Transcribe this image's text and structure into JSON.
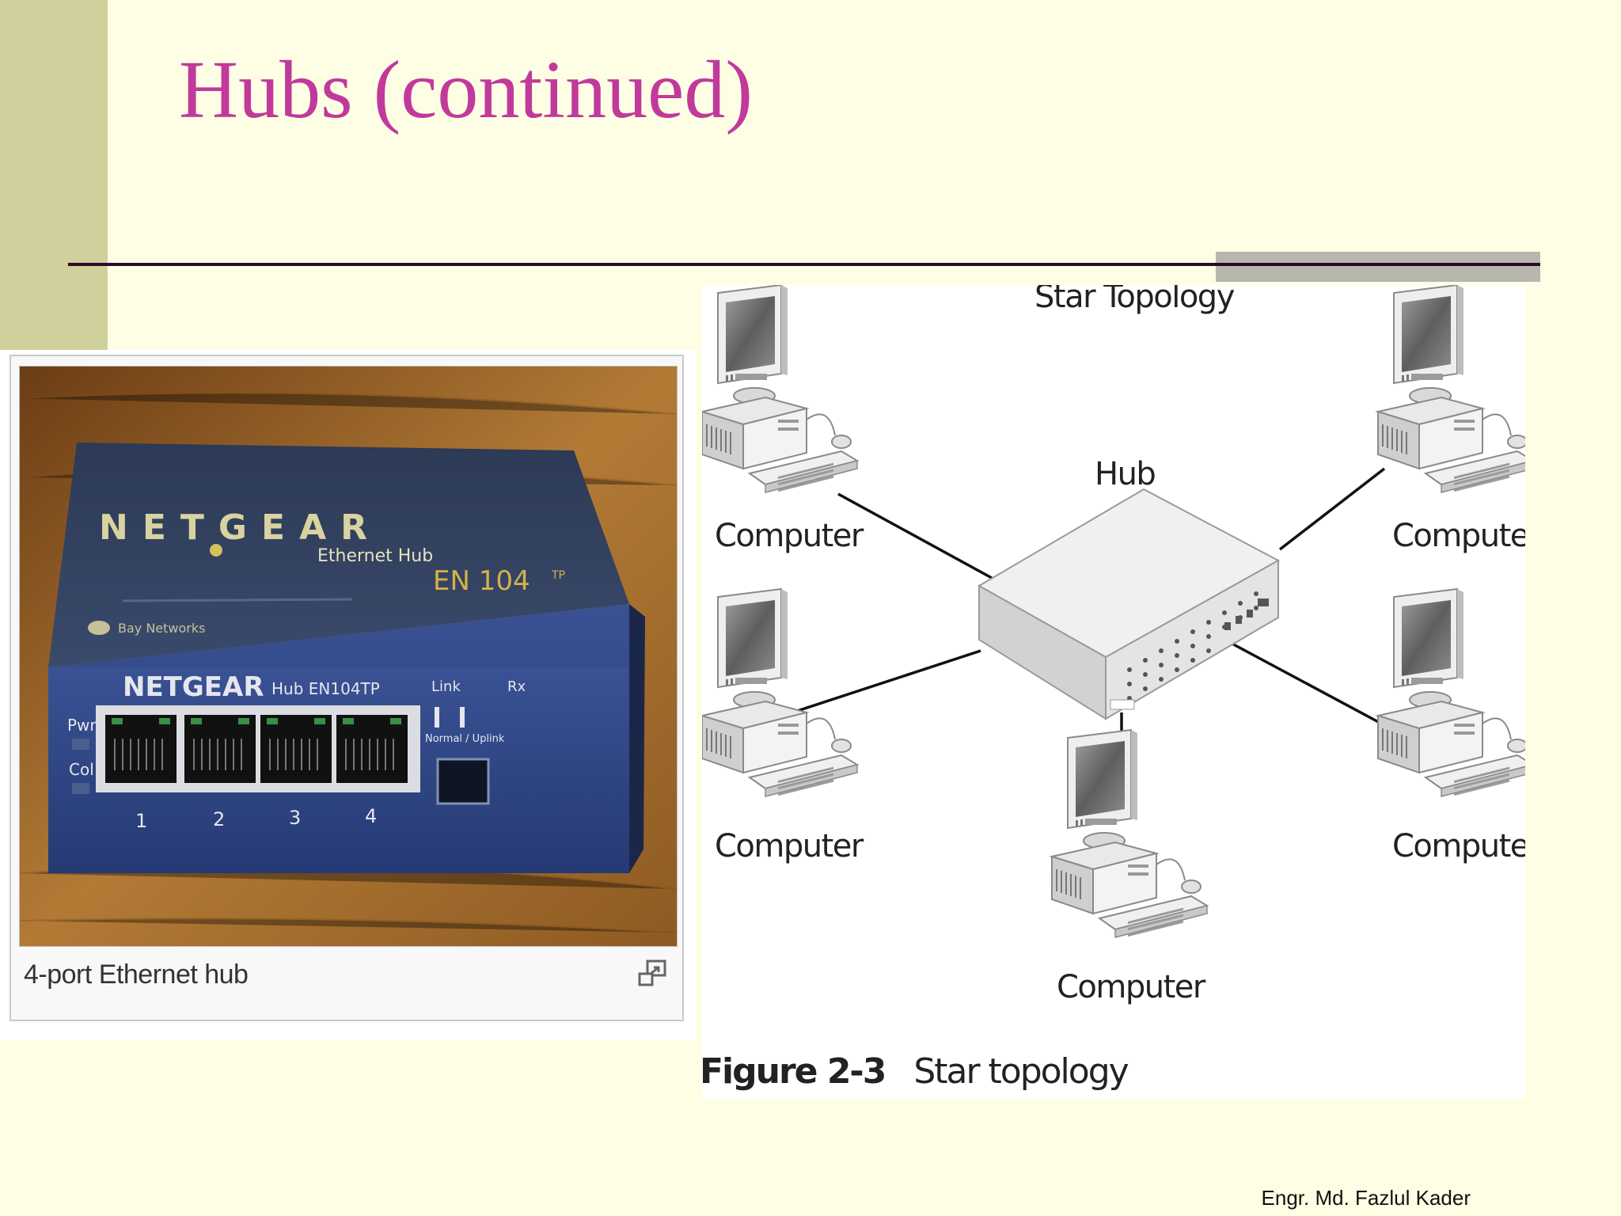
{
  "slide": {
    "title": "Hubs (continued)",
    "footer": "Engr. Md. Fazlul Kader"
  },
  "photo": {
    "caption": "4-port Ethernet hub",
    "device": {
      "brand_top": "NETGEAR",
      "product_line": "Ethernet Hub",
      "model": "EN 104",
      "model_suffix": "TP",
      "front_brand": "NETGEAR",
      "front_model": "Hub EN104TP",
      "vendor": "Bay Networks",
      "led_labels": [
        "Pwr",
        "Col"
      ],
      "header_labels": [
        "Link",
        "Rx"
      ],
      "port_numbers": [
        "1",
        "2",
        "3",
        "4"
      ],
      "uplink_label": "Normal / Uplink"
    }
  },
  "diagram": {
    "heading": "Star Topology",
    "hub_label": "Hub",
    "computer_labels": [
      "Computer",
      "Computer",
      "Computer",
      "Computer",
      "Computer"
    ],
    "figure_number": "Figure 2-3",
    "figure_title": "Star topology"
  }
}
